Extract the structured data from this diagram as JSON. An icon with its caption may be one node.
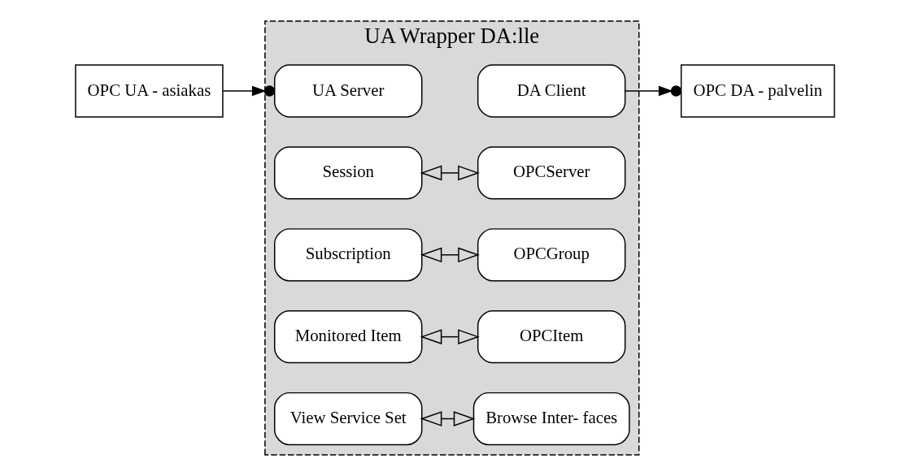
{
  "diagram": {
    "nodes": [
      {
        "text": [
          "OPC UA - asiakas"
        ]
      },
      {
        "text": [
          "UA Wrapper DA:lle"
        ]
      },
      {
        "text": [
          "UA Server"
        ],
        "in": 1
      },
      {
        "text": [
          "DA Client"
        ],
        "in": 1
      },
      {
        "text": [
          "Session"
        ],
        "in": 1
      },
      {
        "text": [
          "OPCServer"
        ],
        "in": 1
      },
      {
        "text": [
          "Subscription"
        ],
        "in": 1
      },
      {
        "text": [
          "OPCGroup"
        ],
        "in": 1
      },
      {
        "text": [
          "Monitored Item"
        ],
        "in": 1
      },
      {
        "text": [
          "OPCItem"
        ],
        "in": 1
      },
      {
        "text": [
          "View Service Set"
        ],
        "in": 1
      },
      {
        "text": [
          "Browse Inter- faces"
        ],
        "in": 1
      },
      {
        "text": [
          "OPC DA - palvelin"
        ]
      }
    ],
    "edges": [
      {
        "from": 0,
        "to": 2,
        "arrow": "to"
      },
      {
        "from": 3,
        "to": 12,
        "arrow": "to"
      },
      {
        "from": 4,
        "to": 5,
        "arrow": "both"
      },
      {
        "from": 6,
        "to": 7,
        "arrow": "both"
      },
      {
        "from": 8,
        "to": 9,
        "arrow": "both"
      },
      {
        "from": 10,
        "to": 11,
        "arrow": "both"
      }
    ]
  }
}
